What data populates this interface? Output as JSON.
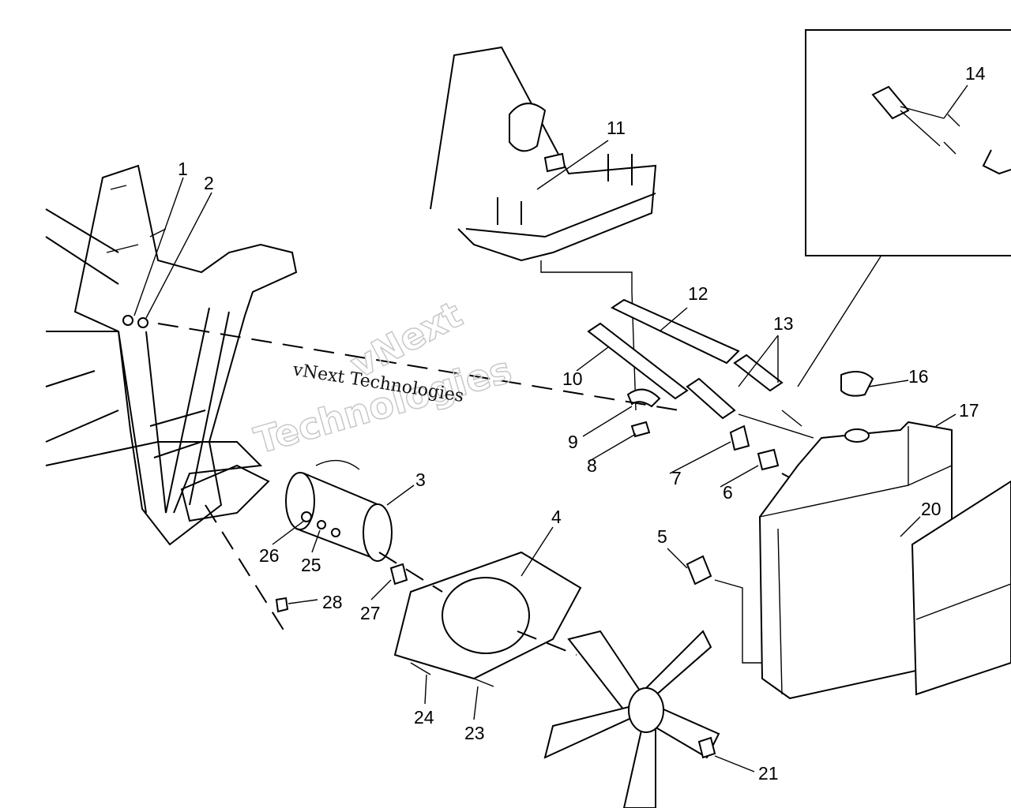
{
  "diagram": {
    "callouts": {
      "c1": "1",
      "c2": "2",
      "c3": "3",
      "c4": "4",
      "c5": "5",
      "c6": "6",
      "c7": "7",
      "c8": "8",
      "c9": "9",
      "c10": "10",
      "c11": "11",
      "c12": "12",
      "c13": "13",
      "c14": "14",
      "c16": "16",
      "c17": "17",
      "c20": "20",
      "c21": "21",
      "c23": "23",
      "c24": "24",
      "c25": "25",
      "c26": "26",
      "c27": "27",
      "c28": "28"
    },
    "watermark": {
      "serif_text": "vNext Technologies",
      "outline_line1": "vNext",
      "outline_line2": "Technologies"
    }
  }
}
